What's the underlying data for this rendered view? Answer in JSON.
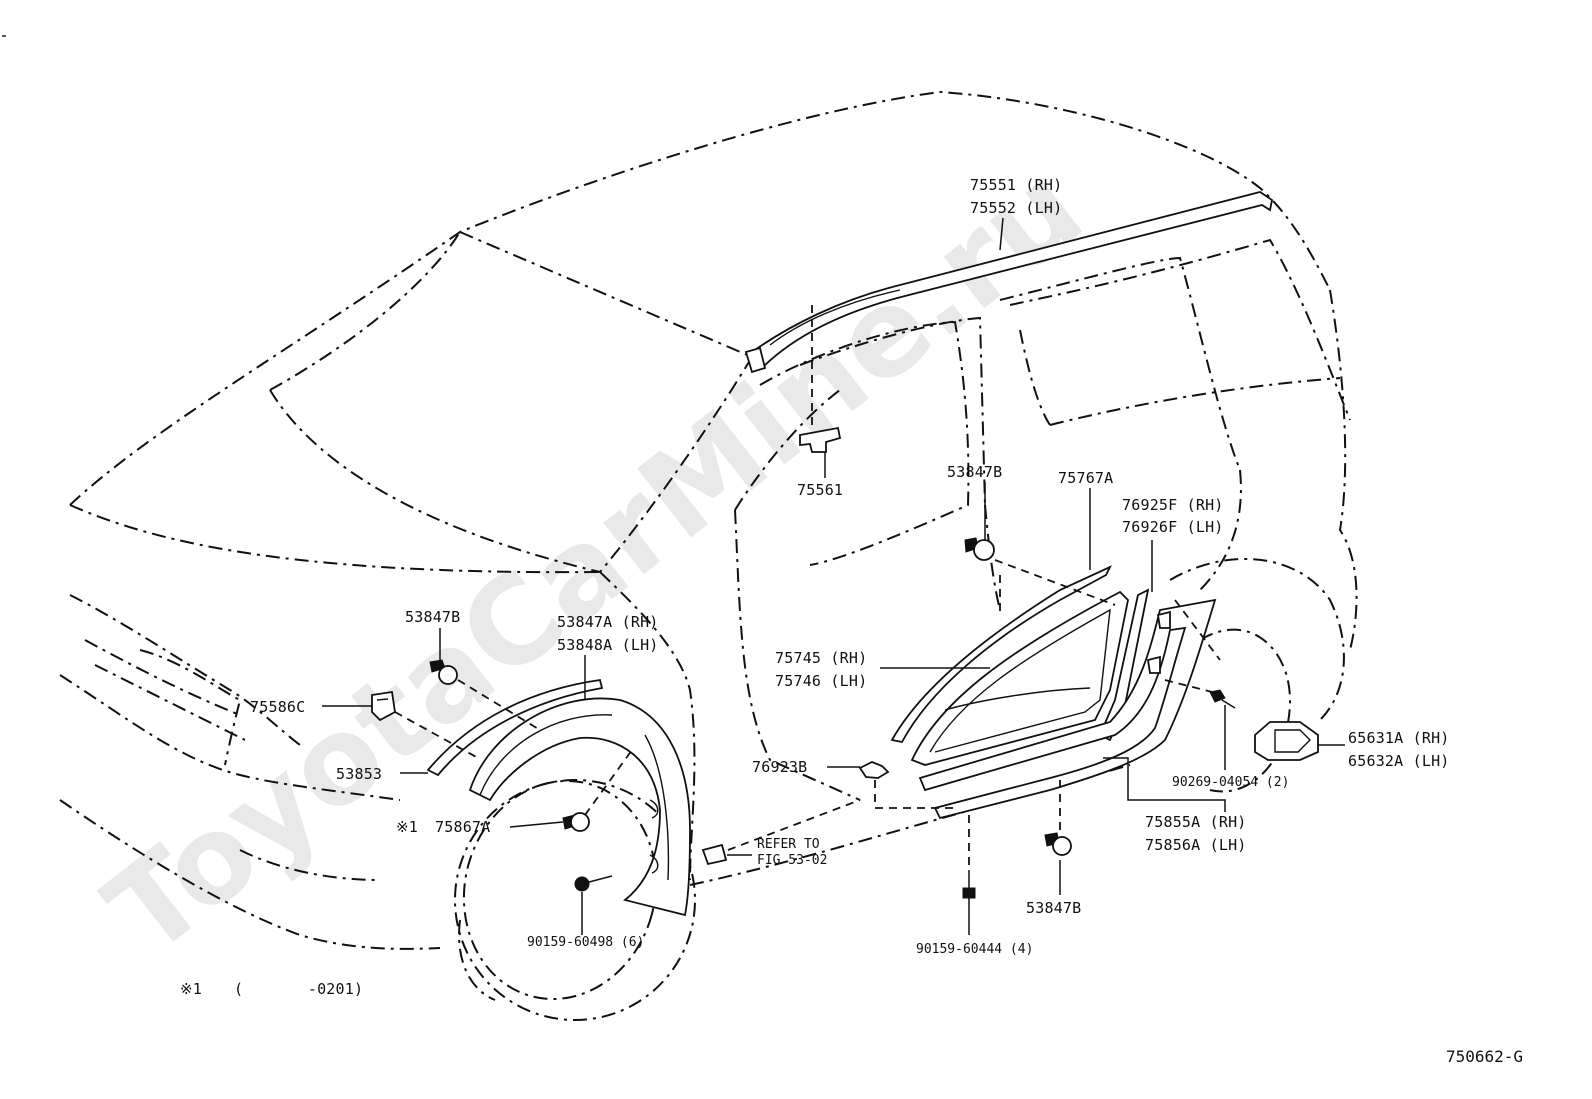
{
  "watermark": "ToyotaCarMine.ru",
  "figure_code": "750662-G",
  "footnote": {
    "mark": "※1",
    "range": "(       -0201)"
  },
  "labels": {
    "roof_rh": "75551 (RH)",
    "roof_lh": "75552 (LH)",
    "roof_clip": "75561",
    "clip_top_right": "53847B",
    "belt_moulding": "75767A",
    "door_rh": "76925F (RH)",
    "door_lh": "76926F (LH)",
    "door_mould_rh": "75745 (RH)",
    "door_mould_lh": "75746 (LH)",
    "clip_front": "53847B",
    "fender_rh": "53847A (RH)",
    "fender_lh": "53848A (LH)",
    "bracket": "75586C",
    "fender_strip": "53853",
    "fender_clip": "75867A",
    "fender_clip_mark": "※1",
    "fender_screw": "90159-60498 (6)",
    "refer_1": "REFER TO",
    "refer_2": "FIG 53-02",
    "rocker_clip": "76923B",
    "rocker_screw": "90159-60444 (4)",
    "clip_bottom": "53847B",
    "rear_bolt": "90269-04054 (2)",
    "rocker_rh": "75855A (RH)",
    "rocker_lh": "75856A (LH)",
    "mudguard_rh": "65631A (RH)",
    "mudguard_lh": "65632A (LH)"
  }
}
